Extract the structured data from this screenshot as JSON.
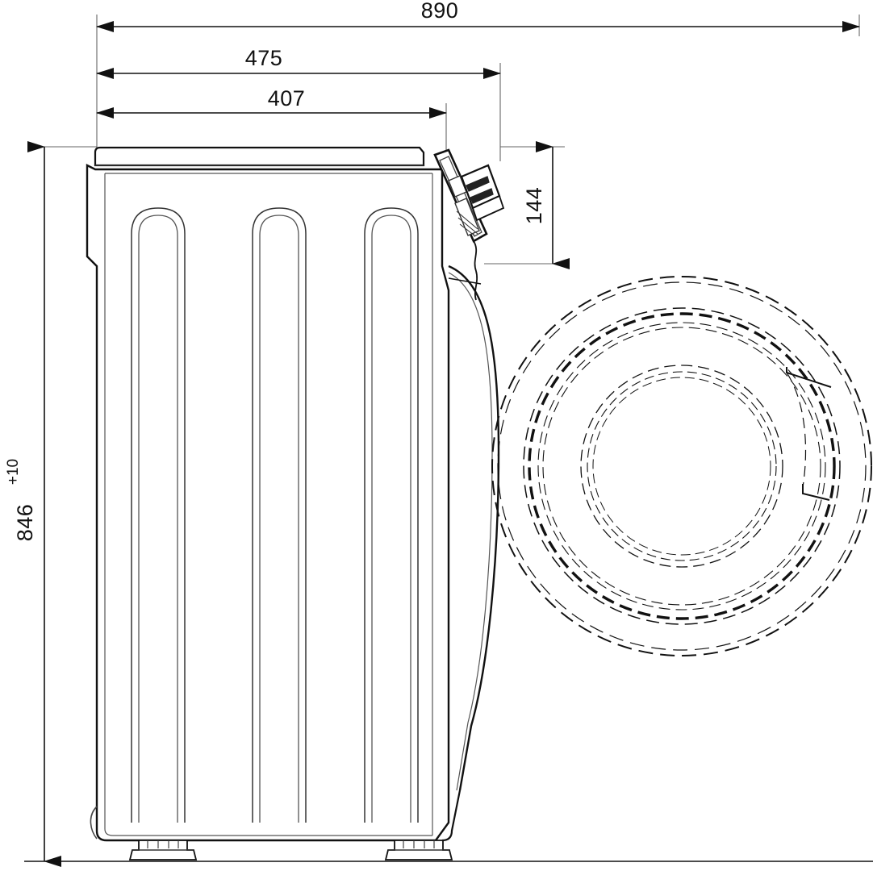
{
  "drawing": {
    "title": "Washing machine side elevation and door plan dimensions",
    "units": "mm",
    "line_color": "#111111",
    "thin_line_color": "#555555",
    "background": "#ffffff"
  },
  "dimensions": {
    "overall_depth": {
      "label": "890",
      "orientation": "horizontal",
      "name": "overall-depth-890"
    },
    "body_depth": {
      "label": "475",
      "orientation": "horizontal",
      "name": "body-depth-475"
    },
    "cabinet_depth": {
      "label": "407",
      "orientation": "horizontal",
      "name": "cabinet-depth-407"
    },
    "panel_height": {
      "label": "144",
      "orientation": "vertical",
      "name": "control-panel-height-144"
    },
    "overall_height": {
      "label": "846",
      "tolerance": "+10",
      "orientation": "vertical",
      "name": "overall-height-846"
    }
  },
  "views": {
    "side_elevation": {
      "name": "washing-machine-side-view",
      "features": [
        "top-lid",
        "side-ribs",
        "control-panel",
        "control-knob",
        "door-bulge",
        "adjustable-feet"
      ],
      "rib_count": 3,
      "feet_count": 2
    },
    "door_plan": {
      "name": "washing-machine-door-circle",
      "description": "Concentric dashed circles representing the porthole door outline with hinge notch",
      "ring_count": 8,
      "hinge_notch_side": "right"
    }
  }
}
